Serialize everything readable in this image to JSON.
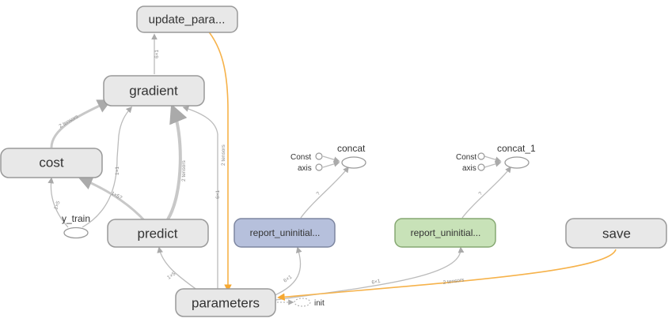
{
  "nodes": {
    "update_params": "update_para...",
    "gradient": "gradient",
    "cost": "cost",
    "y_train": "y_train",
    "predict": "predict",
    "parameters": "parameters",
    "init": "init",
    "report_1": "report_uninitial...",
    "report_2": "report_uninitial...",
    "save": "save",
    "concat": "concat",
    "concat_1": "concat_1",
    "const_a": "Const",
    "axis_a": "axis",
    "const_b": "Const",
    "axis_b": "axis"
  },
  "edge_labels": {
    "grad_to_update": "6×1",
    "cost_to_grad": "2 tensors",
    "params_to_update": "2 tensors",
    "ytrain_to_cost": "1×5",
    "ytrain_to_grad": "1×1",
    "predict_to_cost": "1×5?",
    "predict_to_grad": "2 tensors",
    "params_to_grad": "6×1",
    "params_to_predict": "1×5",
    "params_to_report1": "6×1",
    "params_to_report2": "6×1",
    "save_to_params": "2 tensors",
    "report1_to_concat": "?",
    "report2_to_concat1": "?"
  },
  "colors": {
    "node_fill": "#e8e8e8",
    "node_stroke": "#999999",
    "report_1_fill": "#b6c0dc",
    "report_1_stroke": "#7d86a0",
    "report_2_fill": "#c8e2b8",
    "report_2_stroke": "#86a872",
    "edge": "#bbbbbb",
    "ref_edge": "#f6b24a"
  }
}
